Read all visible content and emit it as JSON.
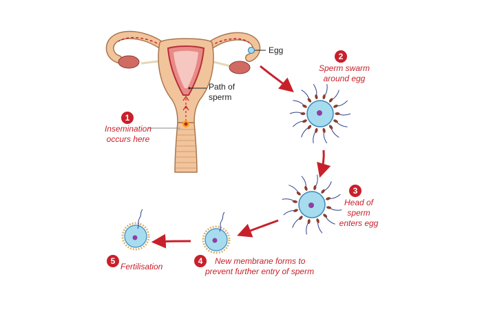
{
  "labels": {
    "egg": "Egg",
    "path": [
      "Path of",
      "sperm"
    ],
    "steps": [
      {
        "num": "1",
        "text": [
          "Insemination",
          "occurs here"
        ]
      },
      {
        "num": "2",
        "text": [
          "Sperm swarm",
          "around egg"
        ]
      },
      {
        "num": "3",
        "text": [
          "Head of",
          "sperm",
          "enters egg"
        ]
      },
      {
        "num": "4",
        "text": [
          "New membrane forms to",
          "prevent further entry of sperm"
        ]
      },
      {
        "num": "5",
        "text": [
          "Fertilisation"
        ]
      }
    ]
  },
  "colors": {
    "accent": "#c8202a",
    "tissue": "#f2c49b",
    "tissue_outline": "#a8764e",
    "uterus_lining": "#b5303a",
    "ovary": "#cf6b63",
    "egg_fill": "#a7dcef",
    "egg_outline": "#3a87b8",
    "nucleus": "#8e3fa0",
    "sperm_head": "#8a3f2e",
    "sperm_tail": "#2c3f8a",
    "membrane": "#d8b673"
  }
}
